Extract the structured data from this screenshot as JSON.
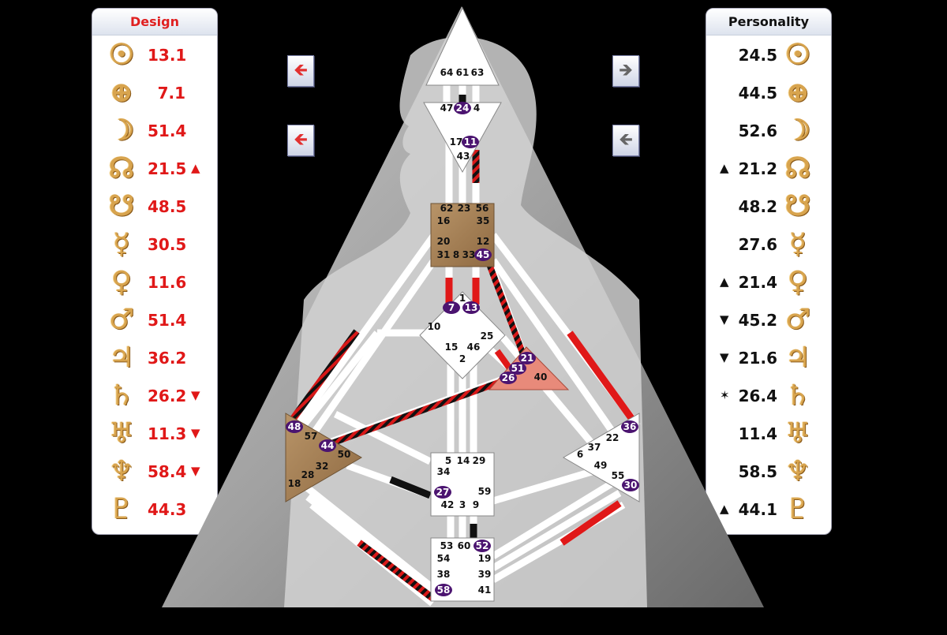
{
  "design": {
    "title": "Design",
    "rows": [
      {
        "planet": "Sun",
        "glyph": "☉",
        "value": "13.1",
        "mark": ""
      },
      {
        "planet": "Earth",
        "glyph": "⊕",
        "value": "7.1",
        "mark": ""
      },
      {
        "planet": "Moon",
        "glyph": "☽",
        "value": "51.4",
        "mark": ""
      },
      {
        "planet": "North Node",
        "glyph": "☊",
        "value": "21.5",
        "mark": "▲"
      },
      {
        "planet": "South Node",
        "glyph": "☋",
        "value": "48.5",
        "mark": ""
      },
      {
        "planet": "Mercury",
        "glyph": "☿",
        "value": "30.5",
        "mark": ""
      },
      {
        "planet": "Venus",
        "glyph": "♀",
        "value": "11.6",
        "mark": ""
      },
      {
        "planet": "Mars",
        "glyph": "♂",
        "value": "51.4",
        "mark": ""
      },
      {
        "planet": "Jupiter",
        "glyph": "♃",
        "value": "36.2",
        "mark": ""
      },
      {
        "planet": "Saturn",
        "glyph": "♄",
        "value": "26.2",
        "mark": "▼"
      },
      {
        "planet": "Uranus",
        "glyph": "♅",
        "value": "11.3",
        "mark": "▼"
      },
      {
        "planet": "Neptune",
        "glyph": "♆",
        "value": "58.4",
        "mark": "▼"
      },
      {
        "planet": "Pluto",
        "glyph": "♇",
        "value": "44.3",
        "mark": ""
      }
    ]
  },
  "personality": {
    "title": "Personality",
    "rows": [
      {
        "planet": "Sun",
        "glyph": "☉",
        "value": "24.5",
        "mark": ""
      },
      {
        "planet": "Earth",
        "glyph": "⊕",
        "value": "44.5",
        "mark": ""
      },
      {
        "planet": "Moon",
        "glyph": "☽",
        "value": "52.6",
        "mark": ""
      },
      {
        "planet": "North Node",
        "glyph": "☊",
        "value": "21.2",
        "mark": "▲"
      },
      {
        "planet": "South Node",
        "glyph": "☋",
        "value": "48.2",
        "mark": ""
      },
      {
        "planet": "Mercury",
        "glyph": "☿",
        "value": "27.6",
        "mark": ""
      },
      {
        "planet": "Venus",
        "glyph": "♀",
        "value": "21.4",
        "mark": "▲"
      },
      {
        "planet": "Mars",
        "glyph": "♂",
        "value": "45.2",
        "mark": "▼"
      },
      {
        "planet": "Jupiter",
        "glyph": "♃",
        "value": "21.6",
        "mark": "▼"
      },
      {
        "planet": "Saturn",
        "glyph": "♄",
        "value": "26.4",
        "mark": "✶"
      },
      {
        "planet": "Uranus",
        "glyph": "♅",
        "value": "11.4",
        "mark": ""
      },
      {
        "planet": "Neptune",
        "glyph": "♆",
        "value": "58.5",
        "mark": ""
      },
      {
        "planet": "Pluto",
        "glyph": "♇",
        "value": "44.1",
        "mark": "▲"
      }
    ]
  },
  "nav": {
    "design_arrow": "🡸",
    "personality_arrow_top": "🡺",
    "personality_arrow_bottom": "🡸"
  },
  "colors": {
    "design_red": "#e01818",
    "highlight_purple": "#4b1470",
    "defined_center_brown": "#a8845a",
    "defined_center_red": "#e07a6a"
  },
  "gates": {
    "head": [
      "64",
      "61",
      "63"
    ],
    "ajna": [
      "47",
      "24",
      "4",
      "17",
      "11",
      "43"
    ],
    "throat": [
      "62",
      "23",
      "56",
      "16",
      "35",
      "20",
      "12",
      "31",
      "8",
      "33",
      "45"
    ],
    "g": [
      "1",
      "7",
      "13",
      "10",
      "25",
      "15",
      "46",
      "2"
    ],
    "ego": [
      "21",
      "51",
      "26",
      "40"
    ],
    "spleen": [
      "48",
      "57",
      "44",
      "50",
      "32",
      "28",
      "18"
    ],
    "sacral": [
      "5",
      "14",
      "29",
      "34",
      "27",
      "59",
      "42",
      "3",
      "9"
    ],
    "solar_plexus": [
      "36",
      "22",
      "37",
      "6",
      "49",
      "55",
      "30"
    ],
    "root": [
      "53",
      "60",
      "52",
      "54",
      "19",
      "38",
      "39",
      "58",
      "41"
    ],
    "activated": [
      "24",
      "11",
      "45",
      "7",
      "13",
      "21",
      "51",
      "26",
      "48",
      "44",
      "27",
      "36",
      "30",
      "52",
      "58"
    ]
  }
}
